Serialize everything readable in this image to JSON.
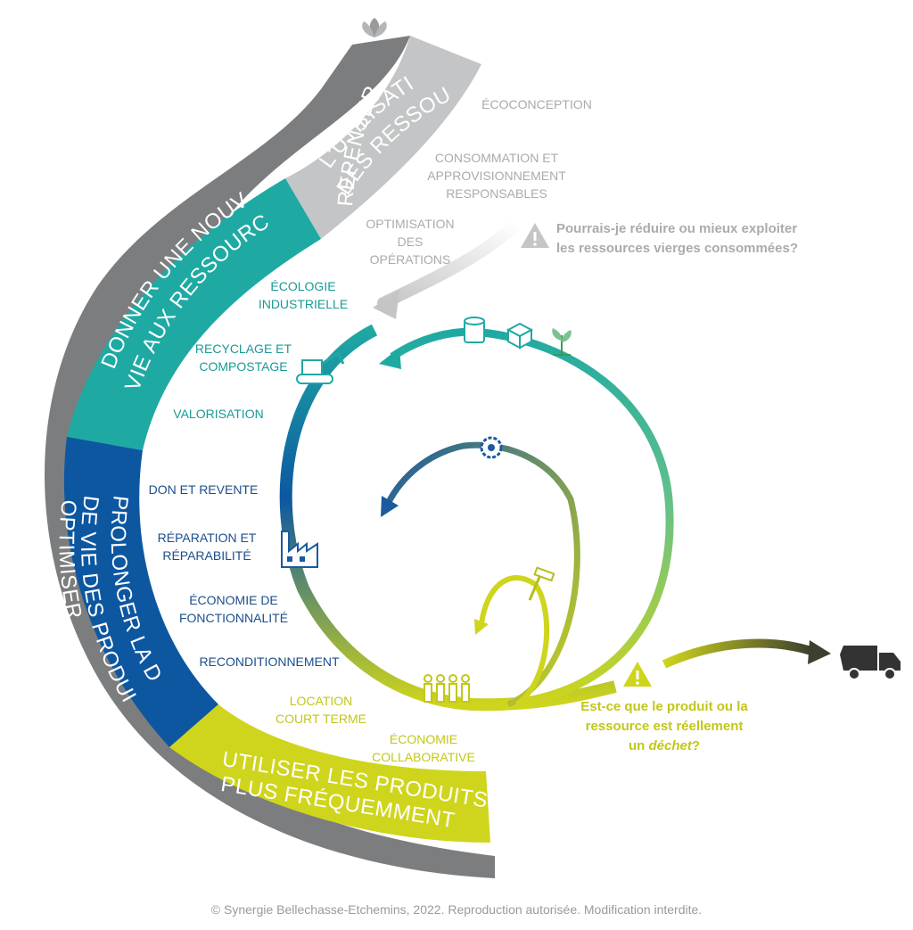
{
  "bands": {
    "repenser": "REPENSER",
    "optimiser": "OPTIMISER",
    "utilisation_line1": "L'UTILISATION",
    "utilisation_line2": "DES RESSOURCES",
    "donner_line1": "DONNER UNE NOUVELLE",
    "donner_line2": "VIE AUX RESSOURCES",
    "prolonger_line1": "PROLONGER LA DURÉE",
    "prolonger_line2": "DE VIE DES PRODUITS",
    "utiliser_line1": "UTILISER LES PRODUITS",
    "utiliser_line2": "PLUS FRÉQUEMMENT"
  },
  "labels": {
    "ecoconception": "ÉCOCONCEPTION",
    "consommation": [
      "CONSOMMATION ET",
      "APPROVISIONNEMENT",
      "RESPONSABLES"
    ],
    "optimisation": [
      "OPTIMISATION",
      "DES",
      "OPÉRATIONS"
    ],
    "ecologie": [
      "ÉCOLOGIE",
      "INDUSTRIELLE"
    ],
    "recyclage": [
      "RECYCLAGE ET",
      "COMPOSTAGE"
    ],
    "valorisation": "VALORISATION",
    "don": "DON ET REVENTE",
    "reparation": [
      "RÉPARATION ET",
      "RÉPARABILITÉ"
    ],
    "fonctionnalite": [
      "ÉCONOMIE DE",
      "FONCTIONNALITÉ"
    ],
    "reconditionnement": "RECONDITIONNEMENT",
    "location": [
      "LOCATION",
      "COURT TERME"
    ],
    "collaborative": [
      "ÉCONOMIE",
      "COLLABORATIVE"
    ]
  },
  "questions": {
    "q1": [
      "Pourrais-je réduire ou mieux exploiter",
      "les ressources vierges consommées?"
    ],
    "q2_line1": "Est-ce que le produit ou la",
    "q2_line2": "ressource est réellement",
    "q2_line3_prefix": "un ",
    "q2_line3_italic": "déchet",
    "q2_line3_suffix": "?"
  },
  "colors": {
    "gray_dark": "#7c7d7f",
    "gray_light": "#c4c5c6",
    "teal": "#1fa9a3",
    "blue": "#0d57a1",
    "lime": "#cfd51c",
    "label_gray": "#a9abad",
    "label_teal": "#1a9a95",
    "label_blue": "#1b4f8a",
    "label_lime": "#c2c718",
    "truck": "#333333"
  },
  "icons": [
    "plant-icon",
    "paint-bucket-icon",
    "box-icon",
    "excavator-icon",
    "factory-icon",
    "gear-icon",
    "hammer-icon",
    "people-icon",
    "warning-icon",
    "truck-icon"
  ],
  "footer": "© Synergie Bellechasse-Etchemins, 2022. Reproduction autorisée. Modification interdite."
}
